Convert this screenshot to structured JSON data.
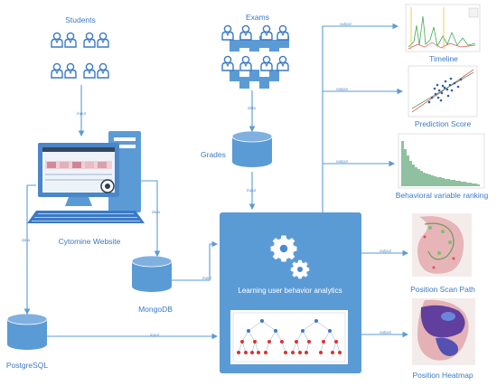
{
  "labels": {
    "students": "Students",
    "exams": "Exams",
    "grades": "Grades",
    "cytomine_website": "Cytomine Website",
    "mongodb": "MongoDB",
    "postgresql": "PostgreSQL",
    "learning": "Learning user behavior analytics",
    "timeline": "Timeline",
    "prediction_score": "Prediction Score",
    "behavioral_ranking": "Behavioral variable ranking",
    "scan_path": "Position Scan Path",
    "heatmap": "Position Heatmap"
  },
  "edge_labels": {
    "input_students": "input",
    "data_exams": "data",
    "input_grades": "input",
    "data_cytomine_mongo": "data",
    "data_postgres": "data",
    "input_mongo": "input",
    "input_postgres": "input",
    "output_timeline": "output",
    "output_prediction": "output",
    "output_ranking": "output",
    "output_scanpath": "output",
    "output_heatmap": "output"
  },
  "colors": {
    "accent": "#3b79c4",
    "node_fill": "#5b9bd5",
    "dark_blue": "#2e5e9a"
  }
}
